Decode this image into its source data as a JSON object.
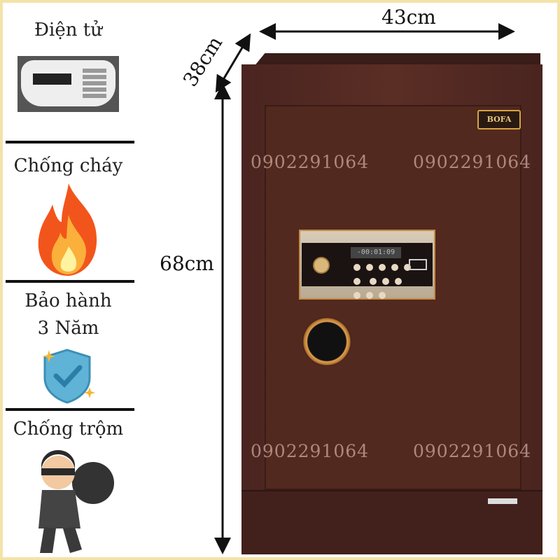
{
  "features": [
    {
      "label": "Điện tử",
      "icon": "electronic-keypad-icon"
    },
    {
      "label": "Chống cháy",
      "icon": "fire-icon"
    },
    {
      "label": "Bảo hành",
      "label2": "3 Năm",
      "icon": "shield-check-icon"
    },
    {
      "label": "Chống trộm",
      "icon": "thief-icon"
    }
  ],
  "dimensions": {
    "width": "43cm",
    "depth": "38cm",
    "height": "68cm"
  },
  "safe": {
    "brand": "BOFA",
    "display": "-00:01:09",
    "watermark": "0902291064"
  },
  "colors": {
    "safe": "#4a2420",
    "door": "#52291f",
    "gold": "#d9a441"
  }
}
